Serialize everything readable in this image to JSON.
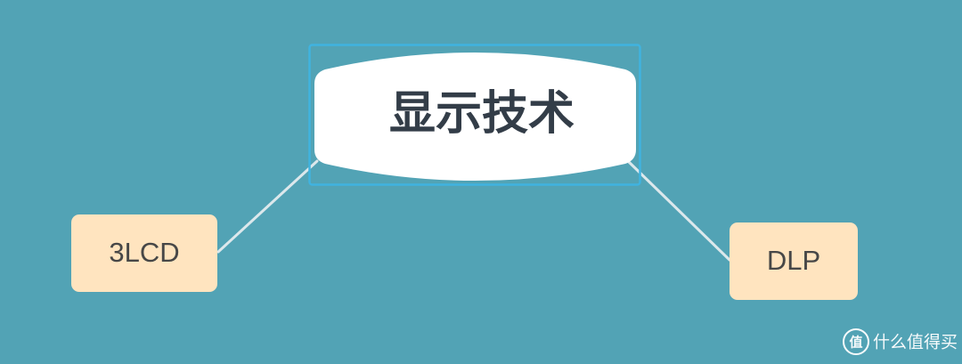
{
  "mindmap": {
    "root": {
      "label": "显示技术"
    },
    "children": [
      {
        "label": "3LCD"
      },
      {
        "label": "DLP"
      }
    ]
  },
  "watermark": {
    "logo_glyph": "值",
    "text": "什么值得买"
  },
  "colors": {
    "background": "#52A3B5",
    "root_fill": "#FFFFFF",
    "root_text": "#333D48",
    "selection_border": "#40B3E0",
    "child_fill": "#FFE4BF",
    "child_text": "#474747",
    "connector": "#DCE8EC"
  }
}
